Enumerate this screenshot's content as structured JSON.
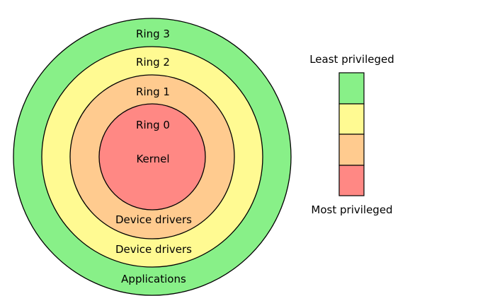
{
  "rings": [
    {
      "label": "Ring 3",
      "content": "Applications",
      "color": "#88f088"
    },
    {
      "label": "Ring 2",
      "content": "Device drivers",
      "color": "#fffa92"
    },
    {
      "label": "Ring 1",
      "content": "Device drivers",
      "color": "#ffcb8f"
    },
    {
      "label": "Ring 0",
      "content": "Kernel",
      "color": "#ff8884"
    }
  ],
  "legend": {
    "top_label": "Least privileged",
    "bottom_label": "Most privileged",
    "swatches": [
      "#88f088",
      "#fffa92",
      "#ffcb8f",
      "#ff8884"
    ]
  }
}
